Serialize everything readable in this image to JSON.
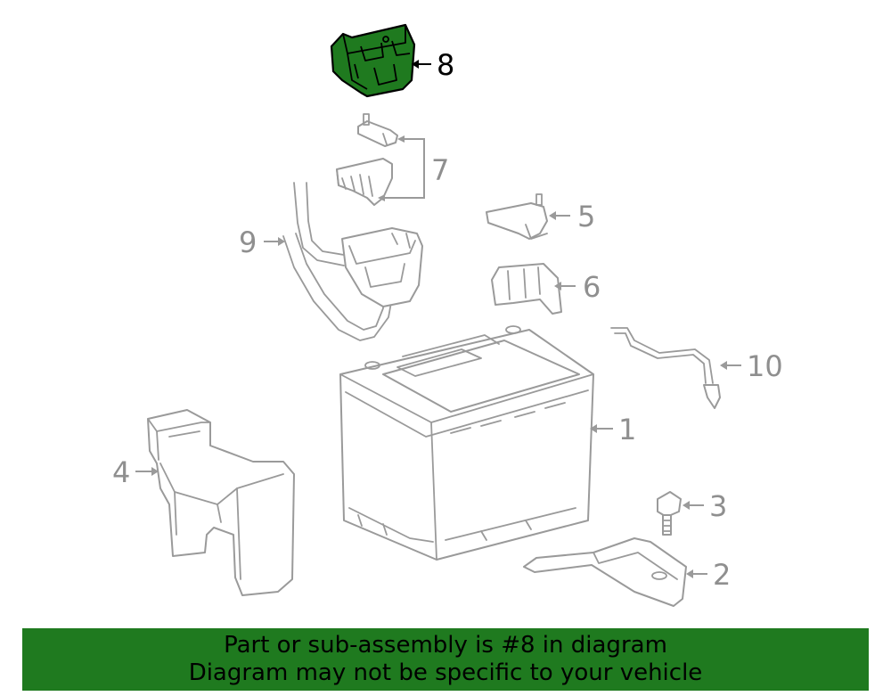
{
  "diagram": {
    "callouts": [
      "1",
      "2",
      "3",
      "4",
      "5",
      "6",
      "7",
      "8",
      "9",
      "10"
    ],
    "highlighted": "8",
    "colors": {
      "highlight": "#1f7a1f",
      "line": "#9a9a9a",
      "banner": "#1f7a1f"
    }
  },
  "banner": {
    "line1": "Part or sub-assembly is #8 in diagram",
    "line2": "Diagram may not be specific to your vehicle"
  }
}
